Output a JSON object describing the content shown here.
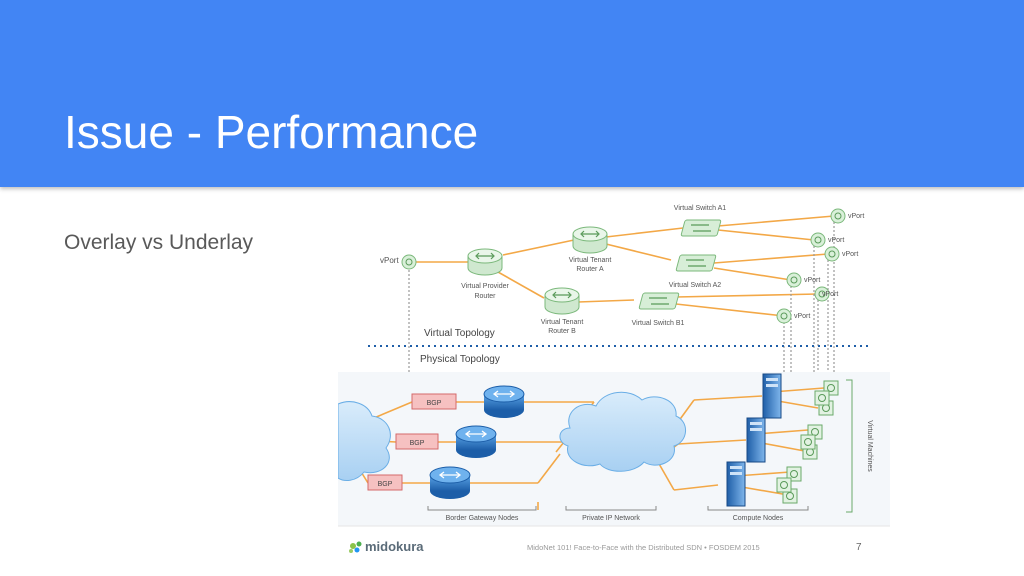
{
  "slide": {
    "title": "Issue - Performance",
    "subtitle": "Overlay vs Underlay"
  },
  "diagram": {
    "virtual_topology_label": "Virtual Topology",
    "physical_topology_label": "Physical Topology",
    "vport_label": "vPort",
    "virtual_provider_router": [
      "Virtual Provider",
      "Router"
    ],
    "virtual_tenant_router_a": [
      "Virtual Tenant",
      "Router A"
    ],
    "virtual_tenant_router_b": [
      "Virtual Tenant",
      "Router B"
    ],
    "virtual_switch_a1": "Virtual Switch A1",
    "virtual_switch_a2": "Virtual Switch A2",
    "virtual_switch_b1": "Virtual Switch B1",
    "bgp_label": "BGP",
    "border_gateway_nodes": "Border Gateway Nodes",
    "private_ip_network": "Private IP Network",
    "compute_nodes": "Compute Nodes",
    "virtual_machines": "Virtual Machines"
  },
  "footer": {
    "brand": "midokura",
    "caption": "MidoNet 101! Face-to-Face with the Distributed SDN • FOSDEM 2015",
    "page_number": "7"
  },
  "colors": {
    "header_bg": "#4285f4",
    "link_orange": "#f3a847",
    "vport_green": "#8bc98b",
    "bgp_red": "#f3b6b6",
    "router_blue": "#2a73c2",
    "dotted_divider": "#1f5fa8"
  }
}
